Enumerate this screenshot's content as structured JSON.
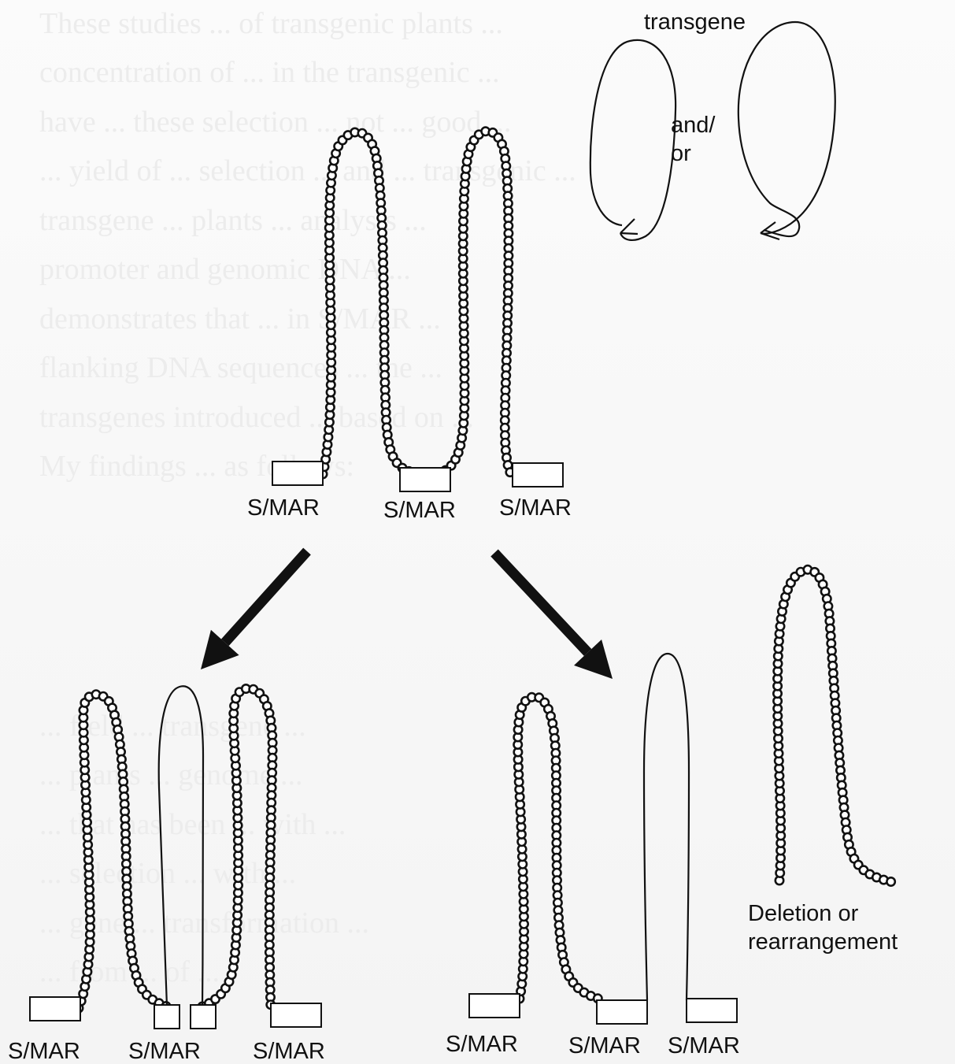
{
  "labels": {
    "transgene": "transgene",
    "and_or": "and/\nor",
    "smar": "S/MAR",
    "deletion": "Deletion or\nrearrangement"
  },
  "background_text": [
    "These studies ... of transgenic plants ...",
    "concentration of ... in the transgenic ...",
    "have ... these selection ... not ... good ...",
    "... yield of ... selection ... and ... transgenic ...",
    "transgene ... plants ... analysis ...",
    "promoter and genomic DNA ...",
    "demonstrates that ... in S/MAR ...",
    "flanking DNA sequences ... the ...",
    "transgenes introduced ... based on ...",
    "My findings ... as follows:",
    "",
    "",
    "... field ... transgene ...",
    "... plants ... genome ...",
    "... that has been ... with ...",
    "... selection ... with ...",
    "... gene ... transformation ...",
    "... from ... of ..."
  ],
  "colors": {
    "line": "#111111",
    "bead_fill": "#ffffff",
    "arrow": "#111111"
  }
}
